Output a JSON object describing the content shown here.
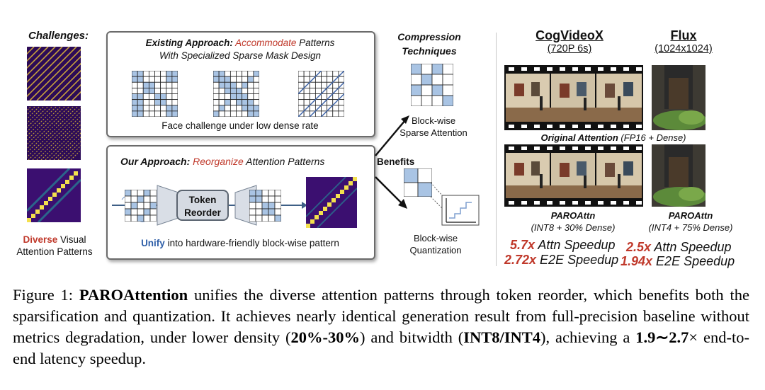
{
  "challenges": {
    "title": "Challenges:",
    "label_highlight": "Diverse",
    "label_rest": " Visual",
    "label_line2": "Attention Patterns"
  },
  "existing": {
    "title_bold": "Existing Approach:",
    "title_colored": "Accommodate",
    "title_rest": " Patterns",
    "title_line2": "With Specialized Sparse Mask Design",
    "note": "Face challenge under low dense rate"
  },
  "ours": {
    "title_bold": "Our Approach:",
    "title_colored": "Reorganize",
    "title_rest": " Attention Patterns",
    "reorder_line1": "Token",
    "reorder_line2": "Reorder",
    "unify_highlight": "Unify",
    "unify_rest": " into hardware-friendly block-wise pattern"
  },
  "compression": {
    "title_line1": "Compression",
    "title_line2": "Techniques",
    "sparse_line1": "Block-wise",
    "sparse_line2": "Sparse Attention",
    "benefits": "Benefits",
    "quant_line1": "Block-wise",
    "quant_line2": "Quantization"
  },
  "results": {
    "cog_title": "CogVideoX",
    "cog_sub": "(720P 6s)",
    "flux_title": "Flux",
    "flux_sub": "(1024x1024)",
    "original_bold": "Original Attention",
    "original_rest": " (FP16 + Dense)",
    "cog_method": "PAROAttn",
    "cog_config": "(INT8 + 30% Dense)",
    "flux_method": "PAROAttn",
    "flux_config": "(INT4 + 75% Dense)",
    "cog_attn_val": "5.7x",
    "cog_attn_label": " Attn Speedup",
    "cog_e2e_val": "2.72x",
    "cog_e2e_label": " E2E Speedup",
    "flux_attn_val": "2.5x",
    "flux_attn_label": " Attn Speedup",
    "flux_e2e_val": "1.94x",
    "flux_e2e_label": " E2E Speedup"
  },
  "caption": {
    "prefix": "Figure 1: ",
    "name": "PAROAttention",
    "t1": " unifies the diverse attention patterns through token reorder, which benefits both the sparsification and quantization.  It achieves nearly identical generation result from full-precision baseline without metrics degradation, under lower density (",
    "density": "20%-30%",
    "t2": ") and bitwidth (",
    "bitwidth": "INT8/INT4",
    "t3": "), achieving a ",
    "speedup": "1.9∼2.7",
    "t4": "× end-to-end latency speedup."
  },
  "colors": {
    "accent_red": "#c0392b",
    "accent_blue": "#2f5fa8",
    "cell_fill": "#a9c4e4",
    "heatmap_bg": "#3b0f70",
    "heatmap_diag": "#f4e04d"
  }
}
